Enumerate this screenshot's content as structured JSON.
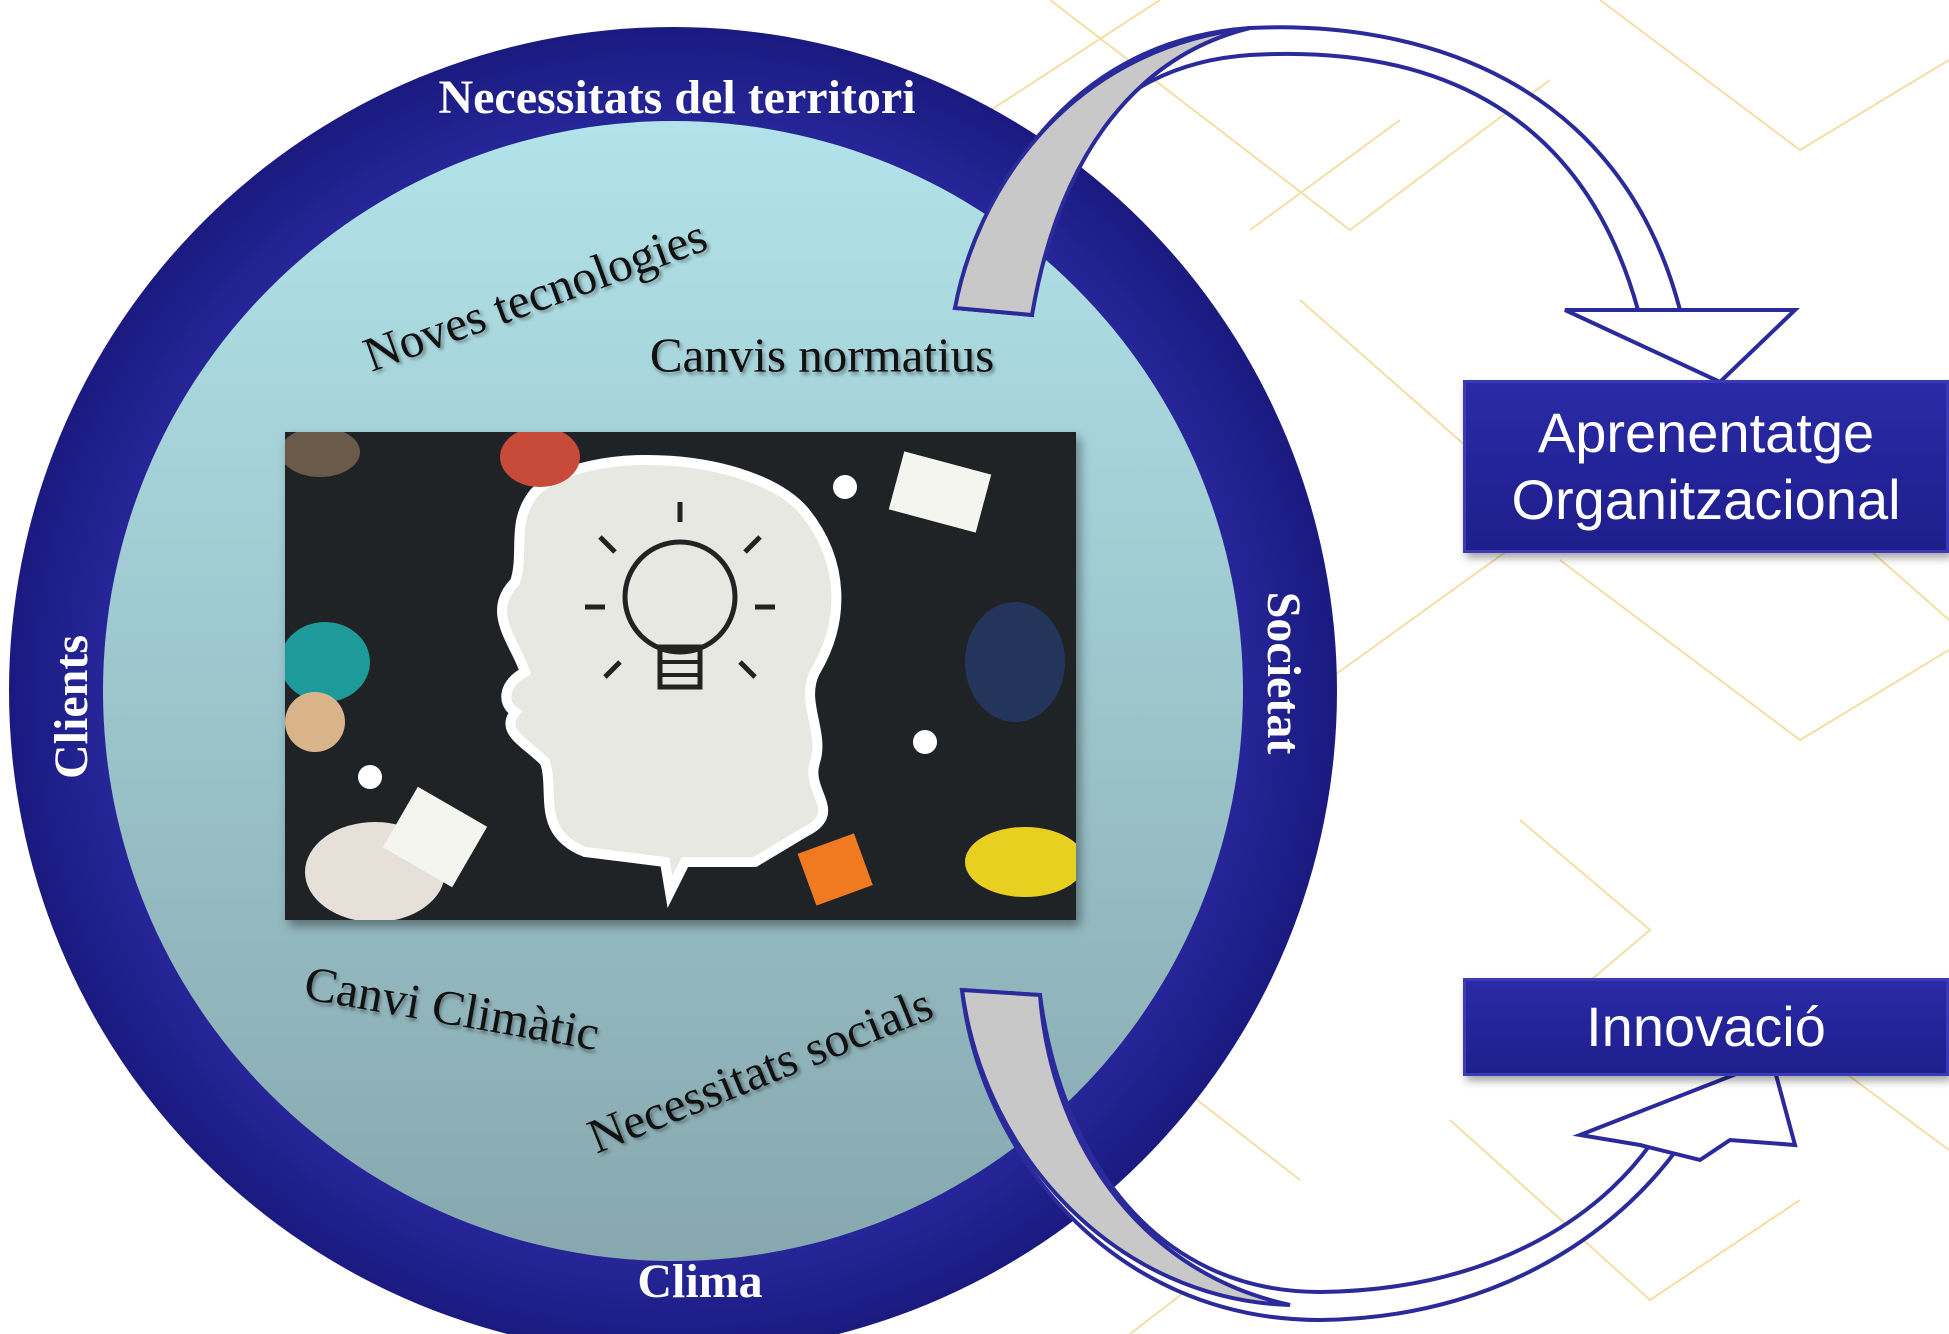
{
  "ring_labels": {
    "top": "Necessitats del territori",
    "left": "Clients",
    "right": "Societat",
    "bottom": "Clima"
  },
  "inner_labels": {
    "noves_tecnologies": "Noves tecnologies",
    "canvis_normatius": "Canvis normatius",
    "canvi_climatic": "Canvi Climàtic",
    "necessitats_socials": "Necessitats socials"
  },
  "outputs": {
    "aprenentatge_line1": "Aprenentatge",
    "aprenentatge_line2": "Organitzacional",
    "innovacio": "Innovació"
  },
  "colors": {
    "ring": "#1f1f8e",
    "inner_circle_top": "#aee0e6",
    "inner_circle_bottom": "#8fb2b8",
    "arrow_fill": "#c8c8c8",
    "arrow_outline": "#2a2a9a",
    "box_fill": "#2424a0",
    "pattern": "#f3dfa4"
  },
  "icons": {
    "photo": "team-brainstorm-lightbulb-photo",
    "arrow_top": "curved-arrow-icon",
    "arrow_bottom": "curved-arrow-icon"
  }
}
